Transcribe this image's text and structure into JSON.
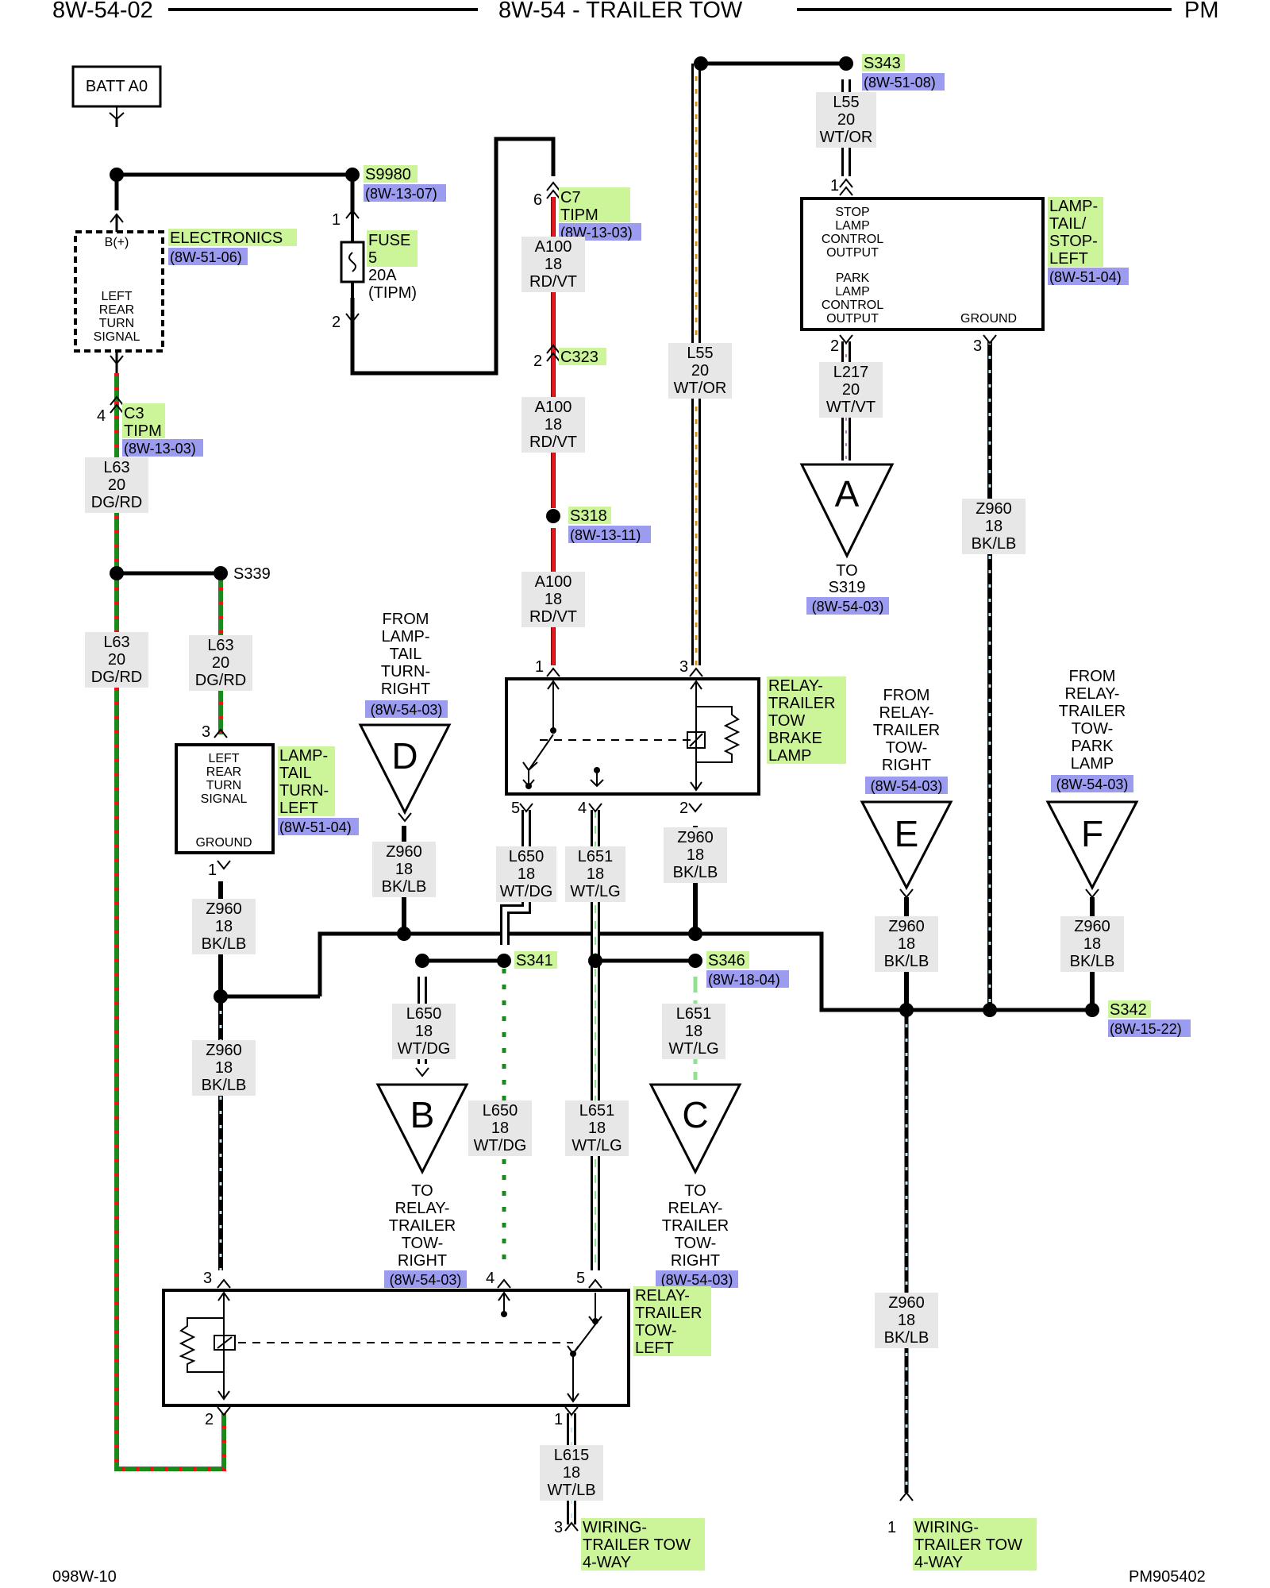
{
  "header": {
    "page_id": "8W-54-02",
    "title": "8W-54 - TRAILER TOW",
    "engine": "PM"
  },
  "footer": {
    "left": "098W-10",
    "right": "PM905402"
  },
  "batt": {
    "label": "BATT A0"
  },
  "splices": {
    "s9980": {
      "name": "S9980",
      "ref": "(8W-13-07)"
    },
    "s343": {
      "name": "S343",
      "ref": "(8W-51-08)"
    },
    "s318": {
      "name": "S318",
      "ref": "(8W-13-11)"
    },
    "s339": {
      "name": "S339"
    },
    "s341": {
      "name": "S341"
    },
    "s346": {
      "name": "S346",
      "ref": "(8W-18-04)"
    },
    "s342": {
      "name": "S342",
      "ref": "(8W-15-22)"
    }
  },
  "connectors": {
    "c7": {
      "line1": "C7",
      "line2": "TIPM",
      "ref": "(8W-13-03)"
    },
    "c323": {
      "name": "C323"
    },
    "c3": {
      "line1": "C3",
      "line2": "TIPM",
      "ref": "(8W-13-03)"
    }
  },
  "fuse": {
    "line1": "FUSE",
    "line2": "5",
    "rating": "20A",
    "source": "(TIPM)",
    "pin_top": "1",
    "pin_bottom": "2"
  },
  "electronics": {
    "name": "ELECTRONICS",
    "ref": "(8W-51-06)",
    "pin": "B(+)",
    "lines": [
      "LEFT",
      "REAR",
      "TURN",
      "SIGNAL"
    ]
  },
  "lamp_stop": {
    "name_lines": [
      "LAMP-",
      "TAIL/",
      "STOP-",
      "LEFT"
    ],
    "ref": "(8W-51-04)",
    "stop_lines": [
      "STOP",
      "LAMP",
      "CONTROL",
      "OUTPUT"
    ],
    "park_lines": [
      "PARK",
      "LAMP",
      "CONTROL",
      "OUTPUT"
    ],
    "ground": "GROUND"
  },
  "lamp_turn": {
    "name_lines": [
      "LAMP-",
      "TAIL",
      "TURN-",
      "LEFT"
    ],
    "ref": "(8W-51-04)",
    "lines": [
      "LEFT",
      "REAR",
      "TURN",
      "SIGNAL"
    ],
    "ground": "GROUND"
  },
  "relay_brake": {
    "name_lines": [
      "RELAY-",
      "TRAILER",
      "TOW",
      "BRAKE",
      "LAMP"
    ]
  },
  "relay_left": {
    "name_lines": [
      "RELAY-",
      "TRAILER",
      "TOW-",
      "LEFT"
    ]
  },
  "wires": {
    "l55_top": [
      "L55",
      "20",
      "WT/OR"
    ],
    "l55_mid": [
      "L55",
      "20",
      "WT/OR"
    ],
    "a100_1": [
      "A100",
      "18",
      "RD/VT"
    ],
    "a100_2": [
      "A100",
      "18",
      "RD/VT"
    ],
    "a100_3": [
      "A100",
      "18",
      "RD/VT"
    ],
    "l217": [
      "L217",
      "20",
      "WT/VT"
    ],
    "z960_ground": [
      "Z960",
      "18",
      "BK/LB"
    ],
    "l63_c3": [
      "L63",
      "20",
      "DG/RD"
    ],
    "l63_left": [
      "L63",
      "20",
      "DG/RD"
    ],
    "l63_right": [
      "L63",
      "20",
      "DG/RD"
    ],
    "z960_d": [
      "Z960",
      "18",
      "BK/LB"
    ],
    "l650_top": [
      "L650",
      "18",
      "WT/DG"
    ],
    "l651_top": [
      "L651",
      "18",
      "WT/LG"
    ],
    "z960_relay": [
      "Z960",
      "18",
      "BK/LB"
    ],
    "z960_lamp": [
      "Z960",
      "18",
      "BK/LB"
    ],
    "z960_e": [
      "Z960",
      "18",
      "BK/LB"
    ],
    "z960_f": [
      "Z960",
      "18",
      "BK/LB"
    ],
    "z960_left": [
      "Z960",
      "18",
      "BK/LB"
    ],
    "l650_b": [
      "L650",
      "18",
      "WT/DG"
    ],
    "l651_c": [
      "L651",
      "18",
      "WT/LG"
    ],
    "l650_low": [
      "L650",
      "18",
      "WT/DG"
    ],
    "l651_low": [
      "L651",
      "18",
      "WT/LG"
    ],
    "z960_low": [
      "Z960",
      "18",
      "BK/LB"
    ],
    "l615": [
      "L615",
      "18",
      "WT/LB"
    ]
  },
  "pins": {
    "c7": "6",
    "c323": "2",
    "relay_brake_1": "1",
    "relay_brake_3": "3",
    "relay_brake_5": "5",
    "relay_brake_4": "4",
    "relay_brake_2": "2",
    "l55_1": "1",
    "lamp_stop_2": "2",
    "lamp_stop_3": "3",
    "c3": "4",
    "lamp_turn_3": "3",
    "lamp_turn_1": "1",
    "relay_left_3": "3",
    "relay_left_4": "4",
    "relay_left_5": "5",
    "relay_left_2": "2",
    "relay_left_1": "1",
    "wiring_3": "3",
    "wiring_1": "1"
  },
  "offpage": {
    "A": {
      "letter": "A",
      "lines": [
        "TO",
        "S319"
      ],
      "ref": "(8W-54-03)"
    },
    "D": {
      "letter": "D",
      "lines": [
        "FROM",
        "LAMP-",
        "TAIL",
        "TURN-",
        "RIGHT"
      ],
      "ref": "(8W-54-03)"
    },
    "E": {
      "letter": "E",
      "lines": [
        "FROM",
        "RELAY-",
        "TRAILER",
        "TOW-",
        "RIGHT"
      ],
      "ref": "(8W-54-03)"
    },
    "F": {
      "letter": "F",
      "lines": [
        "FROM",
        "RELAY-",
        "TRAILER",
        "TOW-",
        "PARK",
        "LAMP"
      ],
      "ref": "(8W-54-03)"
    },
    "B": {
      "letter": "B",
      "lines": [
        "TO",
        "RELAY-",
        "TRAILER",
        "TOW-",
        "RIGHT"
      ],
      "ref": "(8W-54-03)"
    },
    "C": {
      "letter": "C",
      "lines": [
        "TO",
        "RELAY-",
        "TRAILER",
        "TOW-",
        "RIGHT"
      ],
      "ref": "(8W-54-03)"
    }
  },
  "wiring_connector": {
    "lines": [
      "WIRING-",
      "TRAILER TOW",
      "4-WAY"
    ]
  },
  "colors": {
    "rd": "#e8141c",
    "dg": "#1a8a1a",
    "or": "#e0901e",
    "lb": "#bfe6f5",
    "lg": "#8fe08f",
    "vt": "#c070c0"
  }
}
